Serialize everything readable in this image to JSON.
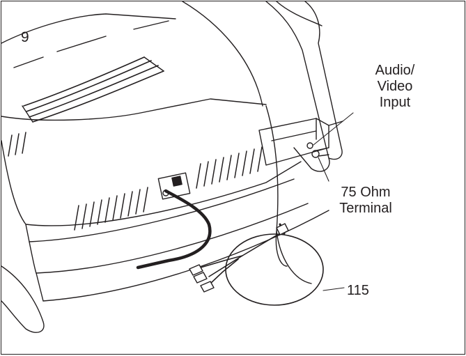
{
  "figure": {
    "step_number": "9",
    "labels": {
      "audio_video_input": [
        "Audio/",
        "Video",
        "Input"
      ],
      "terminal": [
        "75 Ohm",
        "Terminal"
      ],
      "cable_part": "115"
    }
  },
  "colors": {
    "line": "#231f20",
    "fill": "#ffffff",
    "dark": "#231f20"
  }
}
